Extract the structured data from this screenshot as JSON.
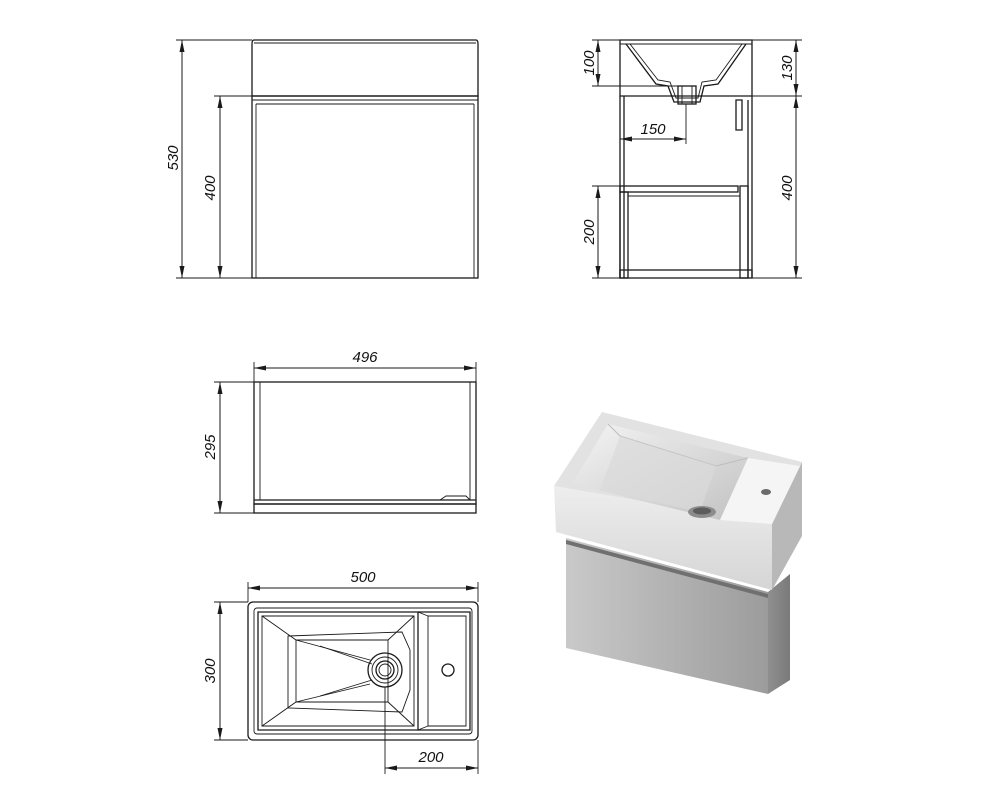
{
  "front_view": {
    "total_height": "530",
    "cabinet_height": "400"
  },
  "side_section": {
    "basin_depth": "100",
    "basin_top_height": "130",
    "drain_offset": "150",
    "cabinet_height": "400",
    "drawer_height": "200"
  },
  "cabinet_plan": {
    "width": "496",
    "depth": "295"
  },
  "basin_plan": {
    "width": "500",
    "depth": "300",
    "drain_offset": "200"
  }
}
